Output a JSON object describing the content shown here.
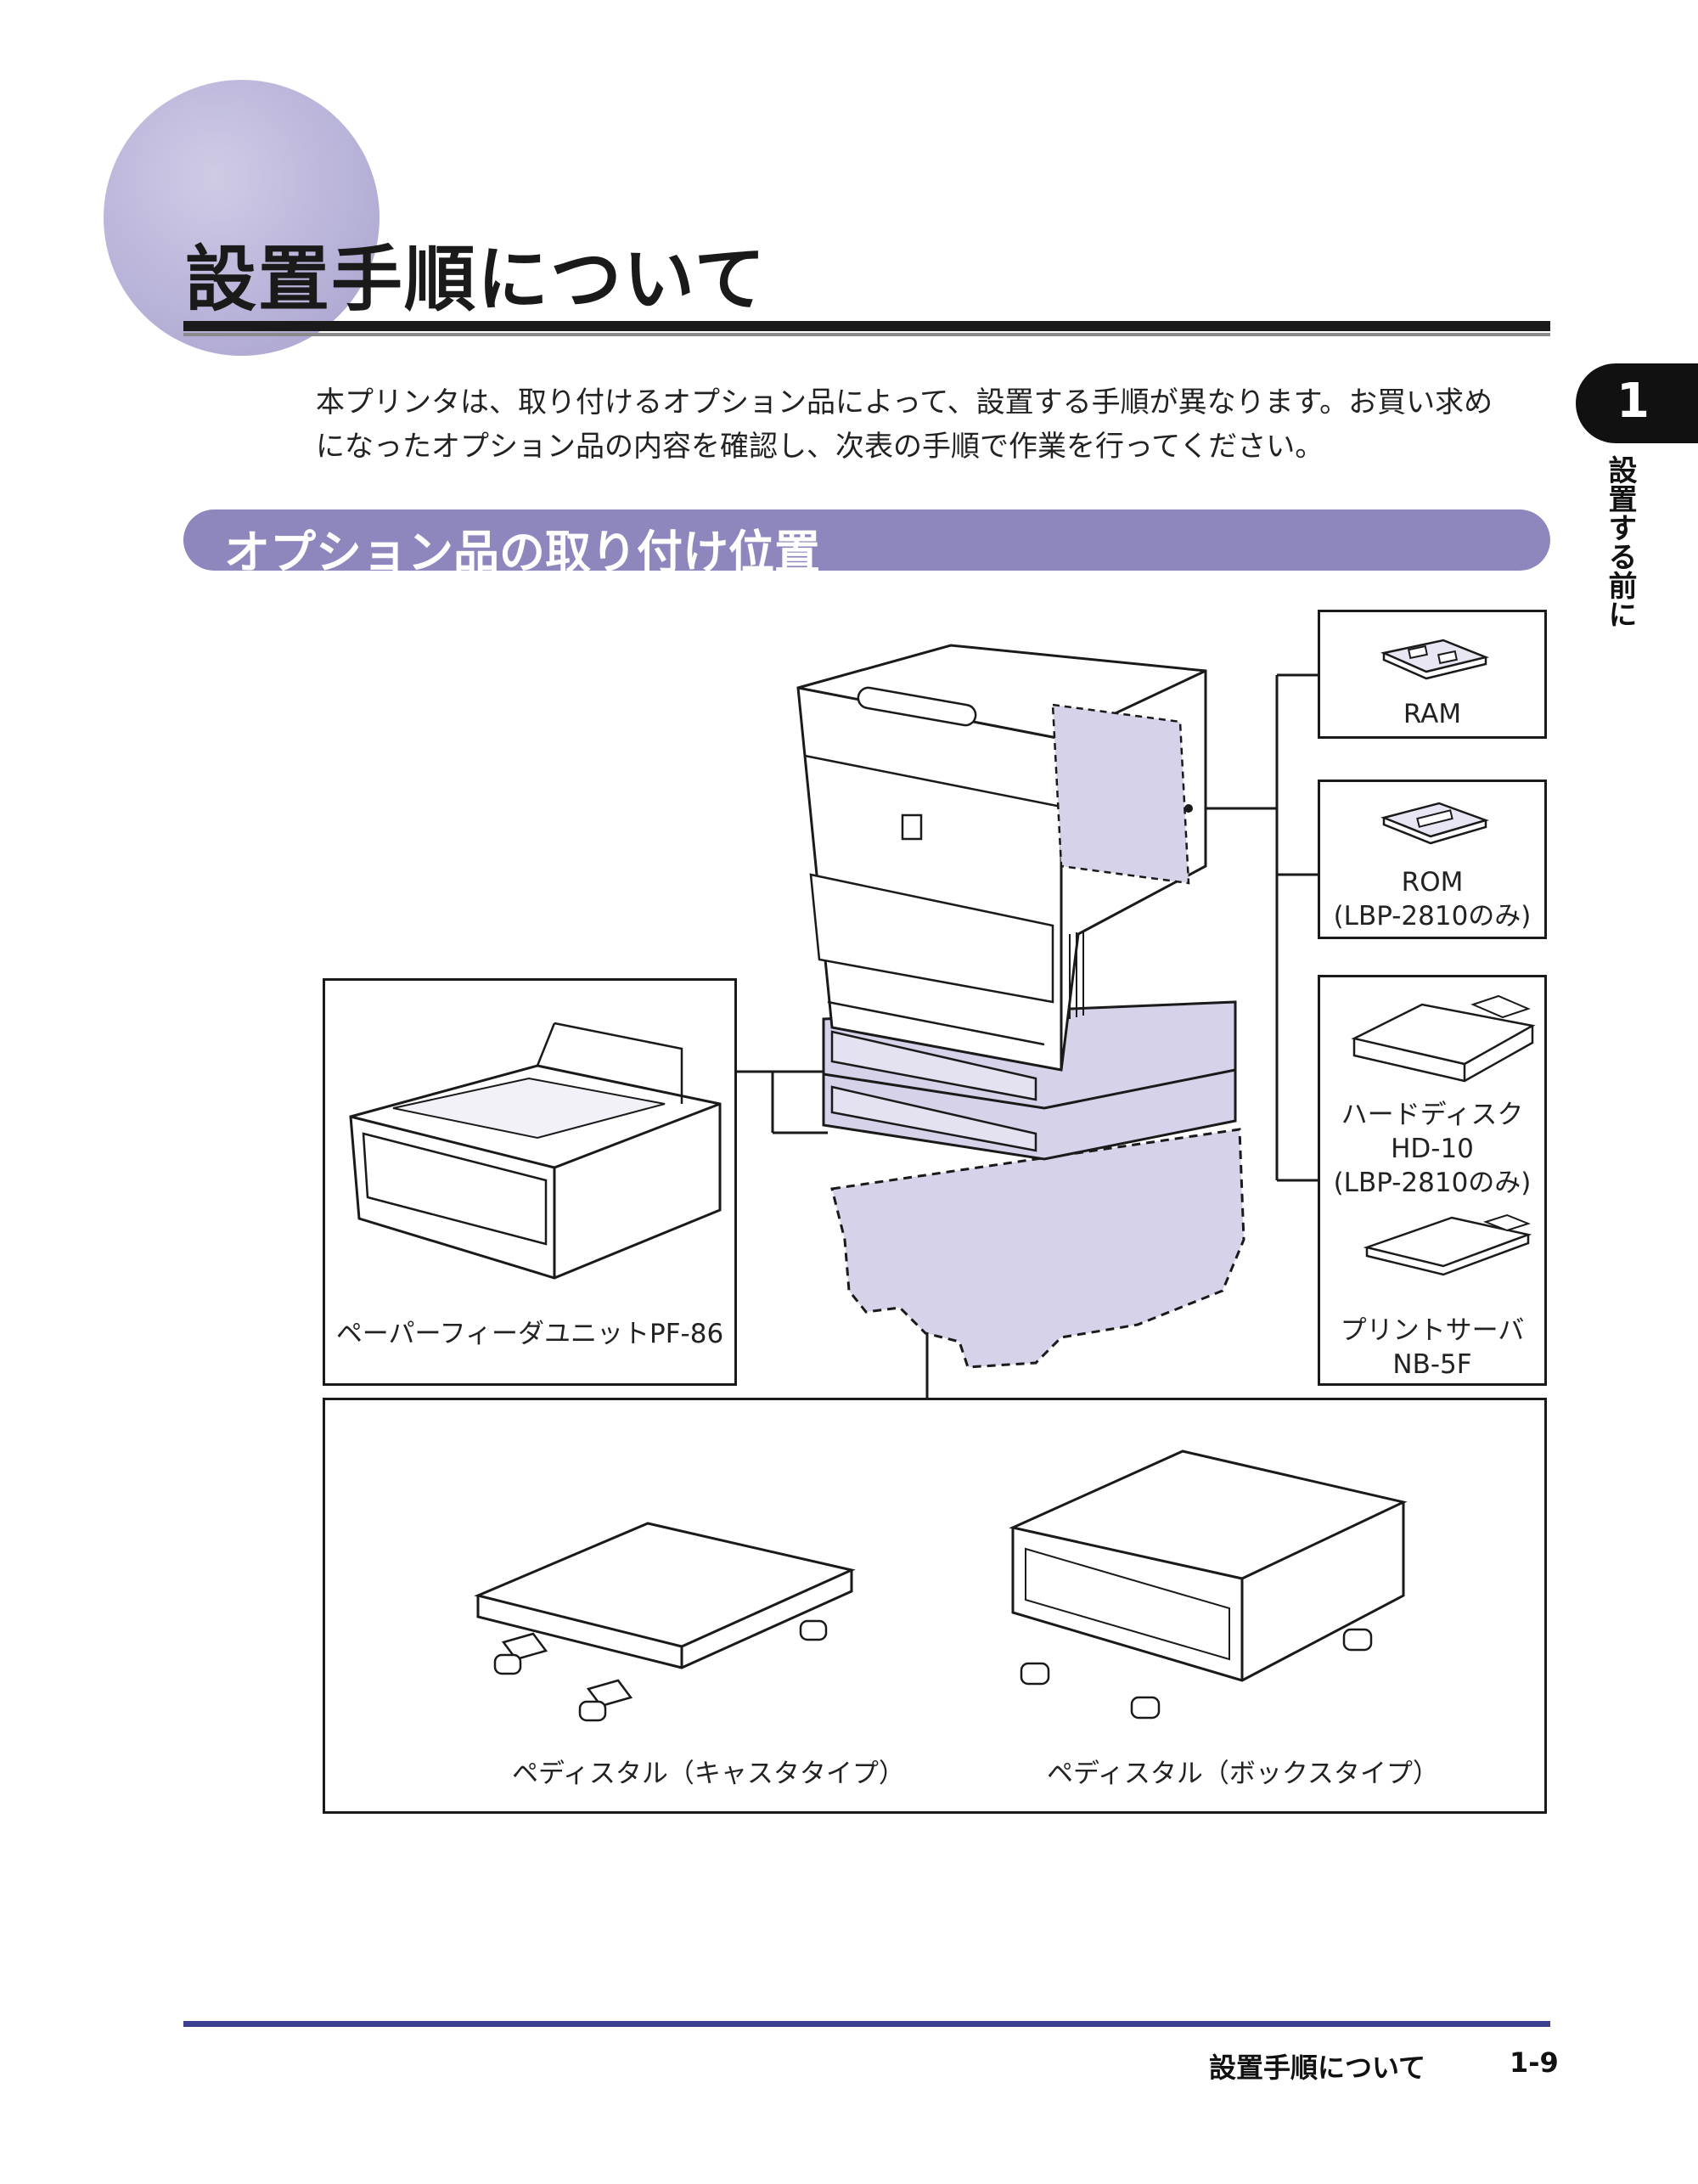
{
  "header": {
    "title": "設置手順について"
  },
  "intro": {
    "line1": "本プリンタは、取り付けるオプション品によって、設置する手順が異なります。お買い求め",
    "line2": "になったオプション品の内容を確認し、次表の手順で作業を行ってください。"
  },
  "section": {
    "title": "オプション品の取り付け位置"
  },
  "chapter_tab": {
    "number": "1",
    "label": "設置する前に"
  },
  "options": {
    "ram": {
      "label": "RAM"
    },
    "rom": {
      "label": "ROM",
      "note": "(LBP-2810のみ)"
    },
    "hdd": {
      "label": "ハードディスク",
      "model": "HD-10",
      "note": "(LBP-2810のみ)"
    },
    "print_server": {
      "label": "プリントサーバ",
      "model": "NB-5F"
    },
    "paper_feeder": {
      "label": "ペーパーフィーダユニットPF-86"
    },
    "pedestal_caster": {
      "label": "ペディスタル（キャスタタイプ）"
    },
    "pedestal_box": {
      "label": "ペディスタル（ボックスタイプ）"
    }
  },
  "colors": {
    "accent": "#8e87bd",
    "highlight": "#d6d2ea",
    "rule": "#3a3f8f"
  },
  "footer": {
    "title": "設置手順について",
    "page": "1-9"
  }
}
